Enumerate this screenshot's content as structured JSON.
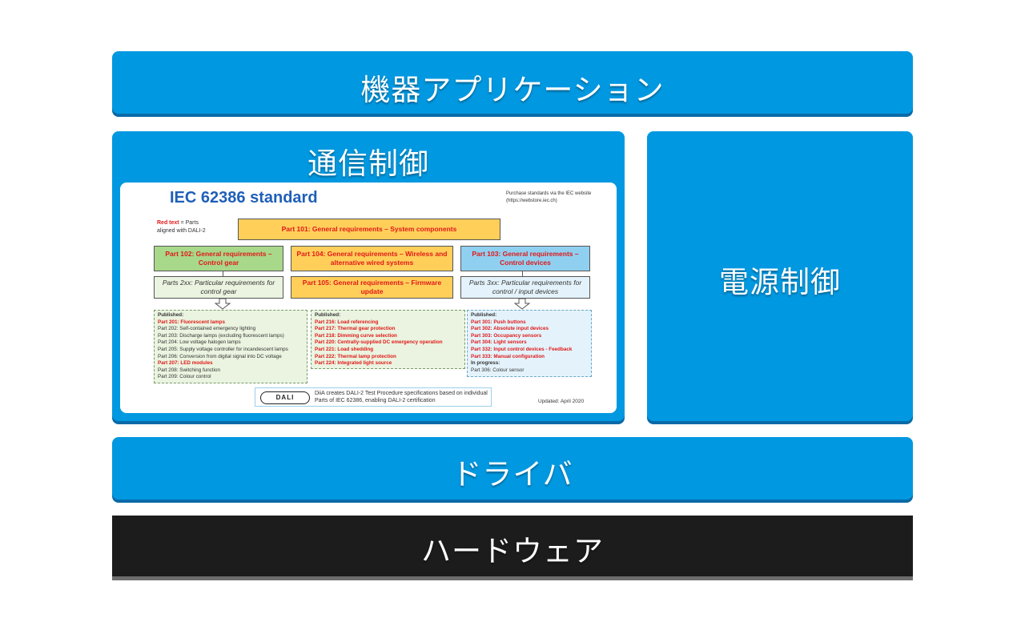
{
  "blocks": {
    "app": "機器アプリケーション",
    "comm": "通信制御",
    "power": "電源制御",
    "driver": "ドライバ",
    "hardware": "ハードウェア"
  },
  "colors": {
    "block_blue": "#0098e0",
    "block_shadow": "#0a6aa8",
    "hardware_black": "#1c1c1c"
  },
  "figure": {
    "title": "IEC 62386 standard",
    "purchase_note": "Purchase standards via the IEC website (https://webstore.iec.ch)",
    "legend_red": "Red text",
    "legend_rest": " = Parts aligned with DALI-2",
    "part101": "Part 101: General requirements – System components",
    "part102": "Part 102: General requirements – Control gear",
    "part104": "Part 104: General requirements – Wireless and alternative wired systems",
    "part103": "Part 103: General requirements – Control devices",
    "parts2xx": "Parts 2xx: Particular requirements for control gear",
    "part105": "Part 105: General requirements – Firmware update",
    "parts3xx": "Parts 3xx: Particular requirements for control / input devices",
    "list_gear_a": {
      "heading": "Published:",
      "items": [
        {
          "text": "Part 201: Fluorescent lamps",
          "red": true
        },
        {
          "text": "Part 202: Self-contained emergency lighting",
          "red": false
        },
        {
          "text": "Part 203: Discharge lamps (excluding fluorescent lamps)",
          "red": false
        },
        {
          "text": "Part 204: Low voltage halogen lamps",
          "red": false
        },
        {
          "text": "Part 205: Supply voltage controller for incandescent lamps",
          "red": false
        },
        {
          "text": "Part 206: Conversion from digital signal into DC voltage",
          "red": false
        },
        {
          "text": "Part 207: LED modules",
          "red": true
        },
        {
          "text": "Part 208: Switching function",
          "red": false
        },
        {
          "text": "Part 209: Colour control",
          "red": false
        }
      ]
    },
    "list_gear_b": {
      "heading": "Published:",
      "items": [
        {
          "text": "Part 216: Load referencing",
          "red": true
        },
        {
          "text": "Part 217: Thermal gear protection",
          "red": true
        },
        {
          "text": "Part 218: Dimming curve selection",
          "red": true
        },
        {
          "text": "Part 220: Centrally-supplied DC emergency operation",
          "red": true
        },
        {
          "text": "Part 221: Load shedding",
          "red": true
        },
        {
          "text": "Part 222: Thermal lamp protection",
          "red": true
        },
        {
          "text": "Part 224: Integrated light source",
          "red": true
        }
      ]
    },
    "list_devices": {
      "heading": "Published:",
      "items": [
        {
          "text": "Part 301: Push buttons",
          "red": true
        },
        {
          "text": "Part 302: Absolute input devices",
          "red": true
        },
        {
          "text": "Part 303: Occupancy sensors",
          "red": true
        },
        {
          "text": "Part 304: Light sensors",
          "red": true
        },
        {
          "text": "Part 332: Input control devices - Feedback",
          "red": true
        },
        {
          "text": "Part 333: Manual configuration",
          "red": true
        }
      ],
      "progress_heading": "In progress:",
      "progress_items": [
        {
          "text": "Part 306: Colour sensor",
          "red": false
        }
      ]
    },
    "dali_logo": "DALI",
    "dali_note": "DiiA creates DALI-2 Test Procedure specifications based on individual Parts of IEC 62386, enabling DALI-2 certification",
    "updated": "Updated: April 2020"
  }
}
